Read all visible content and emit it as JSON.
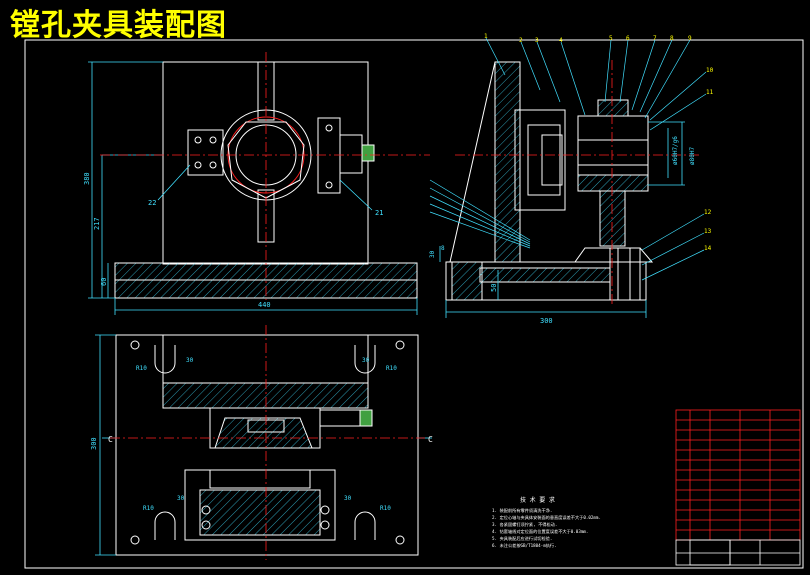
{
  "title": "镗孔夹具装配图",
  "colors": {
    "background": "#000000",
    "title": "#ffff00",
    "outline": "#ffffff",
    "center_line": "#ff2020",
    "dimension": "#40e0ff",
    "leader": "#40e0ff",
    "hatch": "#40e0ff",
    "balloon": "#ffff00",
    "title_block": "#ff2020"
  },
  "front_view": {
    "dimensions": [
      "380",
      "217",
      "60",
      "440"
    ],
    "labels": [
      "22",
      "21"
    ]
  },
  "side_view": {
    "balloons": [
      "1",
      "2",
      "3",
      "4",
      "5",
      "6",
      "7",
      "8",
      "9",
      "10",
      "11",
      "12",
      "13",
      "14"
    ],
    "dimensions": [
      "300",
      "50",
      "ø60H7/g6",
      "ø80H7",
      "30",
      "8"
    ]
  },
  "top_view": {
    "dimensions": [
      "300",
      "R10",
      "R10",
      "R10",
      "R10",
      "30",
      "30",
      "30",
      "30"
    ],
    "section_marks": [
      "C",
      "C"
    ]
  },
  "tech_notes": {
    "title": "技 术 要 求",
    "lines": [
      "1. 装配前所有零件须清洗干净.",
      "2. 定位心轴与夹具体安装面的垂直度误差不大于0.02mm.",
      "3. 各紧固螺钉须拧紧, 不得松动.",
      "4. 钻套轴线对定位面的位置度误差不大于0.03mm.",
      "5. 夹具装配后应进行试切检验.",
      "6. 未注公差按GB/T1804-m执行."
    ]
  }
}
